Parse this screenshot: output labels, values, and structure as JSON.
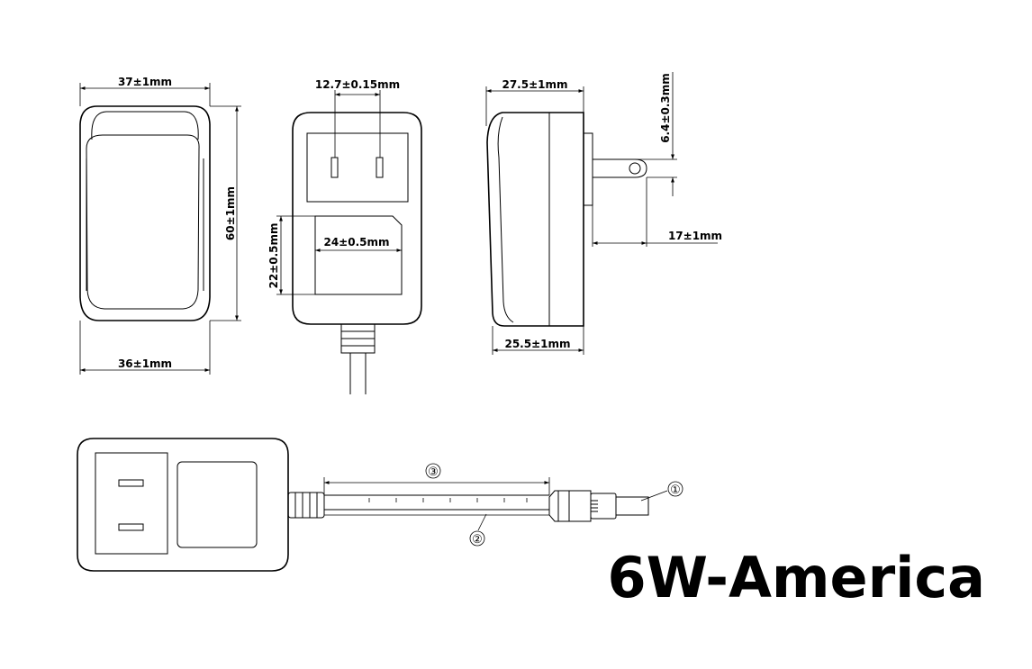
{
  "labels": {
    "front_width_top": "37±1mm",
    "front_height": "60±1mm",
    "front_width_bottom": "36±1mm",
    "pin_spacing": "12.7±0.15mm",
    "label_height": "22±0.5mm",
    "label_width": "24±0.5mm",
    "side_depth_top": "27.5±1mm",
    "pin_offset": "6.4±0.3mm",
    "pin_length": "17±1mm",
    "side_depth_bottom": "25.5±1mm"
  },
  "callouts": {
    "dc_plug": "①",
    "cable": "②",
    "cable_length": "③"
  },
  "title": "6W-America"
}
